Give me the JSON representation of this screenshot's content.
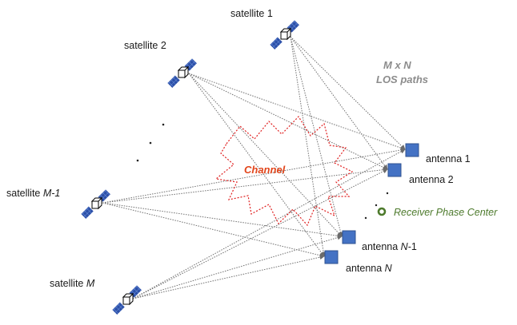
{
  "satellites": [
    {
      "id": "sat1",
      "prefix": "satellite ",
      "suffix": "1",
      "suffix_italic": false
    },
    {
      "id": "sat2",
      "prefix": "satellite ",
      "suffix": "2",
      "suffix_italic": false
    },
    {
      "id": "satM1",
      "prefix": "satellite ",
      "suffix": "M-1",
      "suffix_italic": true
    },
    {
      "id": "satM",
      "prefix": "satellite ",
      "suffix": "M",
      "suffix_italic": true
    }
  ],
  "antennas": [
    {
      "id": "ant1",
      "prefix": "antenna ",
      "suffix": "1",
      "suffix_italic": false
    },
    {
      "id": "ant2",
      "prefix": "antenna ",
      "suffix": "2",
      "suffix_italic": false
    },
    {
      "id": "antN1",
      "prefix": "antenna ",
      "suffix": "N",
      "suffix_italic": true,
      "tail": "-1"
    },
    {
      "id": "antN",
      "prefix": "antenna ",
      "suffix": "N",
      "suffix_italic": true
    }
  ],
  "paths_label": {
    "line1": "M x N",
    "line2": "LOS paths"
  },
  "channel_label": "Channel",
  "receiver_label": "Receiver Phase Center",
  "colors": {
    "antenna_fill": "#4472c4",
    "antenna_stroke": "#2f528f",
    "channel": "#e02020",
    "receiver": "#4d7a2c",
    "rays": "#707070",
    "panel": "#2b4fa8"
  }
}
